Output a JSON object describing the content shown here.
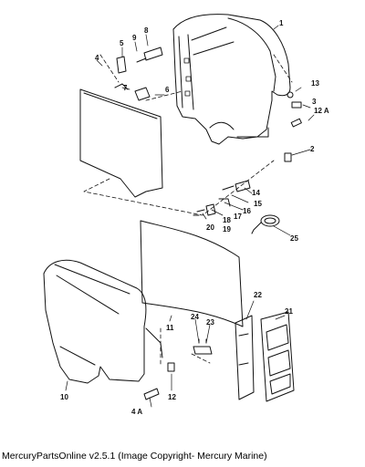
{
  "footer": {
    "caption": "MercuryPartsOnline v2.5.1 (Image Copyright- Mercury Marine)"
  },
  "diagram": {
    "callouts": [
      {
        "id": "c1",
        "label": "1"
      },
      {
        "id": "c2",
        "label": "2"
      },
      {
        "id": "c3",
        "label": "3"
      },
      {
        "id": "c4",
        "label": "4"
      },
      {
        "id": "c4a",
        "label": "4 A"
      },
      {
        "id": "c5",
        "label": "5"
      },
      {
        "id": "c6",
        "label": "6"
      },
      {
        "id": "c7",
        "label": "7"
      },
      {
        "id": "c8",
        "label": "8"
      },
      {
        "id": "c9",
        "label": "9"
      },
      {
        "id": "c10",
        "label": "10"
      },
      {
        "id": "c11",
        "label": "11"
      },
      {
        "id": "c12",
        "label": "12"
      },
      {
        "id": "c12a",
        "label": "12 A"
      },
      {
        "id": "c13",
        "label": "13"
      },
      {
        "id": "c14",
        "label": "14"
      },
      {
        "id": "c15",
        "label": "15"
      },
      {
        "id": "c16",
        "label": "16"
      },
      {
        "id": "c17",
        "label": "17"
      },
      {
        "id": "c18",
        "label": "18"
      },
      {
        "id": "c19",
        "label": "19"
      },
      {
        "id": "c20",
        "label": "20"
      },
      {
        "id": "c21",
        "label": "21"
      },
      {
        "id": "c22",
        "label": "22"
      },
      {
        "id": "c23",
        "label": "23"
      },
      {
        "id": "c24",
        "label": "24"
      },
      {
        "id": "c25",
        "label": "25"
      }
    ]
  }
}
